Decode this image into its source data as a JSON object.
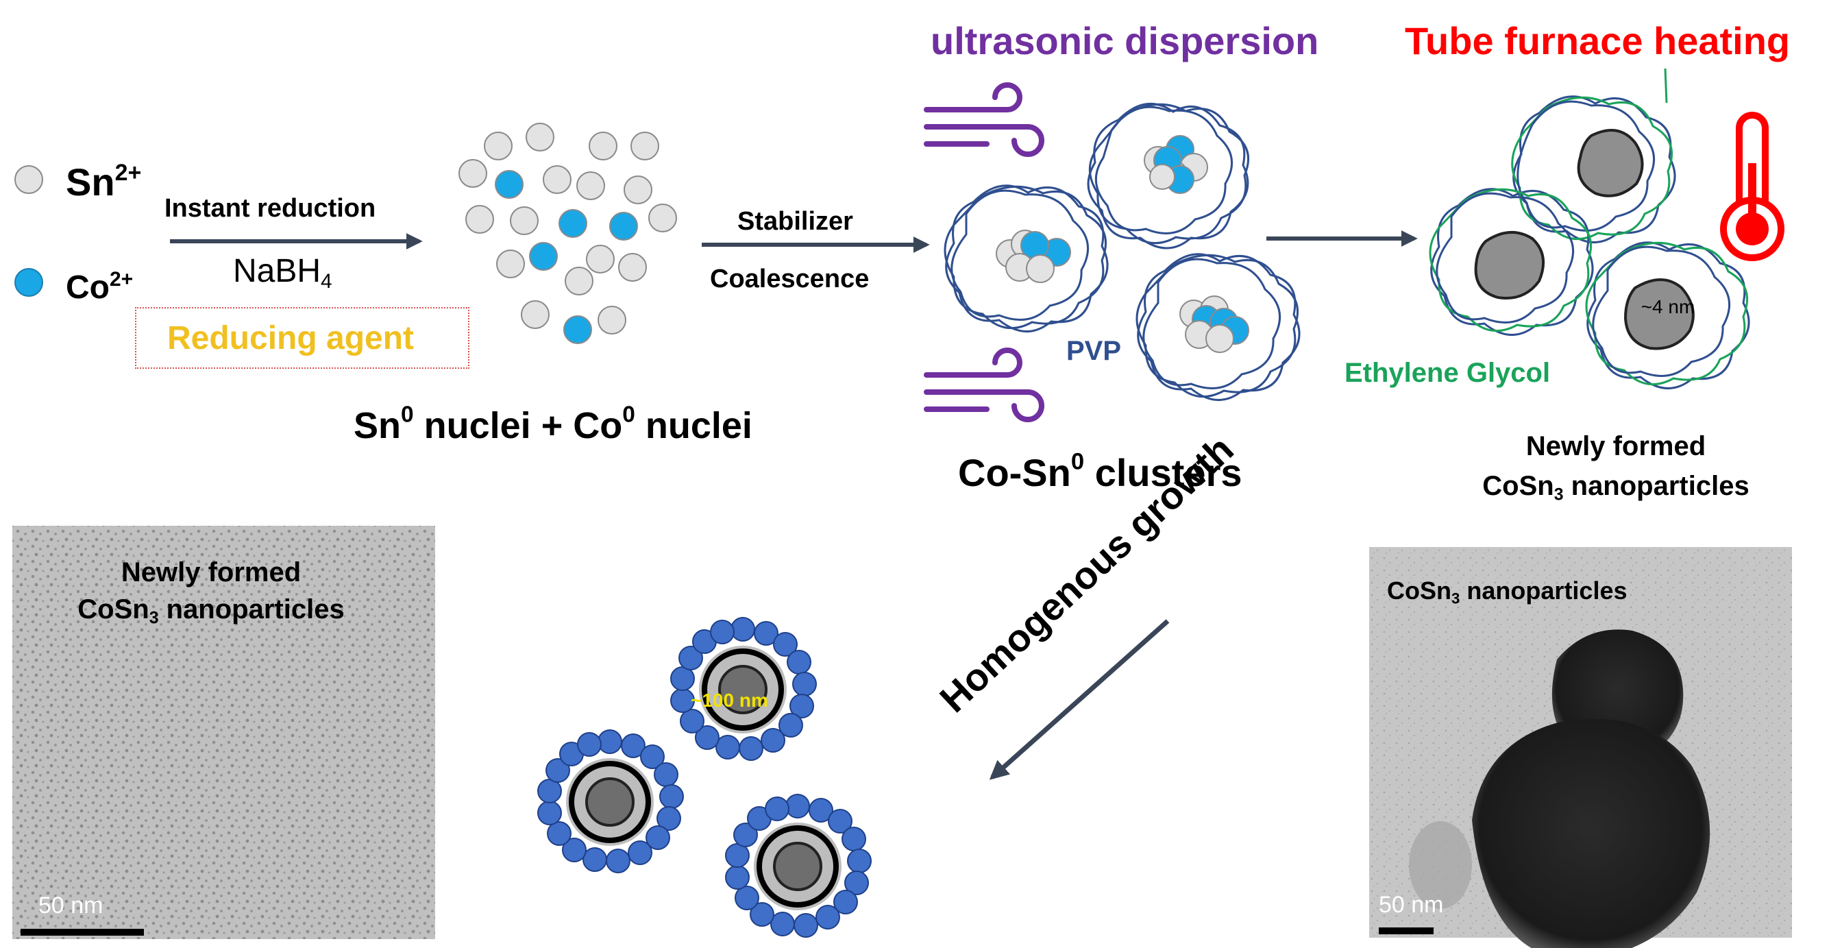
{
  "ions": {
    "sn_prefix": "Sn",
    "sn_charge": "2+",
    "co_prefix": "Co",
    "co_charge": "2+"
  },
  "step1": {
    "label_top": "Instant reduction",
    "reagent_prefix": "NaBH",
    "reagent_sub": "4",
    "reducing_agent": "Reducing agent"
  },
  "nuclei": {
    "sn_part": "Sn",
    "sn_sup": "0",
    "middle": " nuclei + Co",
    "co_sup": "0",
    "suffix": " nuclei"
  },
  "step2": {
    "label_top": "Stabilizer",
    "label_bottom": "Coalescence"
  },
  "ultrasonic": "ultrasonic dispersion",
  "pvp": "PVP",
  "clusters": {
    "prefix": "Co-Sn",
    "sup": "0",
    "suffix": " clusters"
  },
  "furnace": "Tube furnace heating",
  "size_label": "~4 nm",
  "ethylene": "Ethylene Glycol",
  "newly_formed": {
    "line1": "Newly formed",
    "line2_prefix": "CoSn",
    "line2_sub": "3",
    "line2_suffix": " nanoparticles"
  },
  "tem_left": {
    "line1": "Newly formed",
    "line2_prefix": "CoSn",
    "line2_sub": "3",
    "line2_suffix": " nanoparticles",
    "scale": "50 nm"
  },
  "core_label": "~100 nm",
  "growth": "Homogenous growth",
  "tem_right": {
    "title_prefix": "CoSn",
    "title_sub": "3",
    "title_suffix": " nanoparticles",
    "scale": "50 nm"
  },
  "colors": {
    "sn_fill": "#e3e3e3",
    "co_fill": "#1aa7e6",
    "polymer": "#2f4f8f",
    "ethylene": "#1aa35a",
    "ultrasonic": "#7030a0",
    "furnace": "#ff0000",
    "reducing": "#f0c020",
    "arrow": "#3a4658",
    "shell_bead": "#3f6fc8"
  }
}
